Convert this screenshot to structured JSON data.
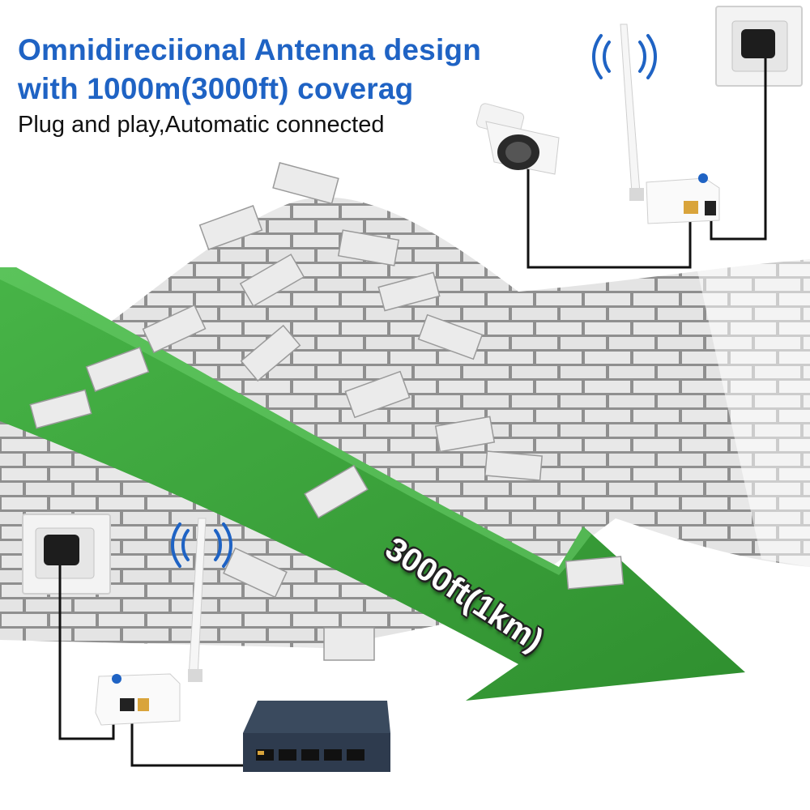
{
  "headline": {
    "line1": "Omnidireciional Antenna design",
    "line2": "with 1000m(3000ft) coverag",
    "subline": "Plug and play,Automatic connected"
  },
  "range_label": "3000ft(1km)",
  "colors": {
    "headline": "#1f63c4",
    "arrow": "#3aa53a",
    "brick": "#e6e6e6"
  },
  "icons": [
    "wifi-signal-icon",
    "power-outlet-icon",
    "security-camera-icon",
    "bridge-device-icon",
    "network-switch-icon"
  ]
}
